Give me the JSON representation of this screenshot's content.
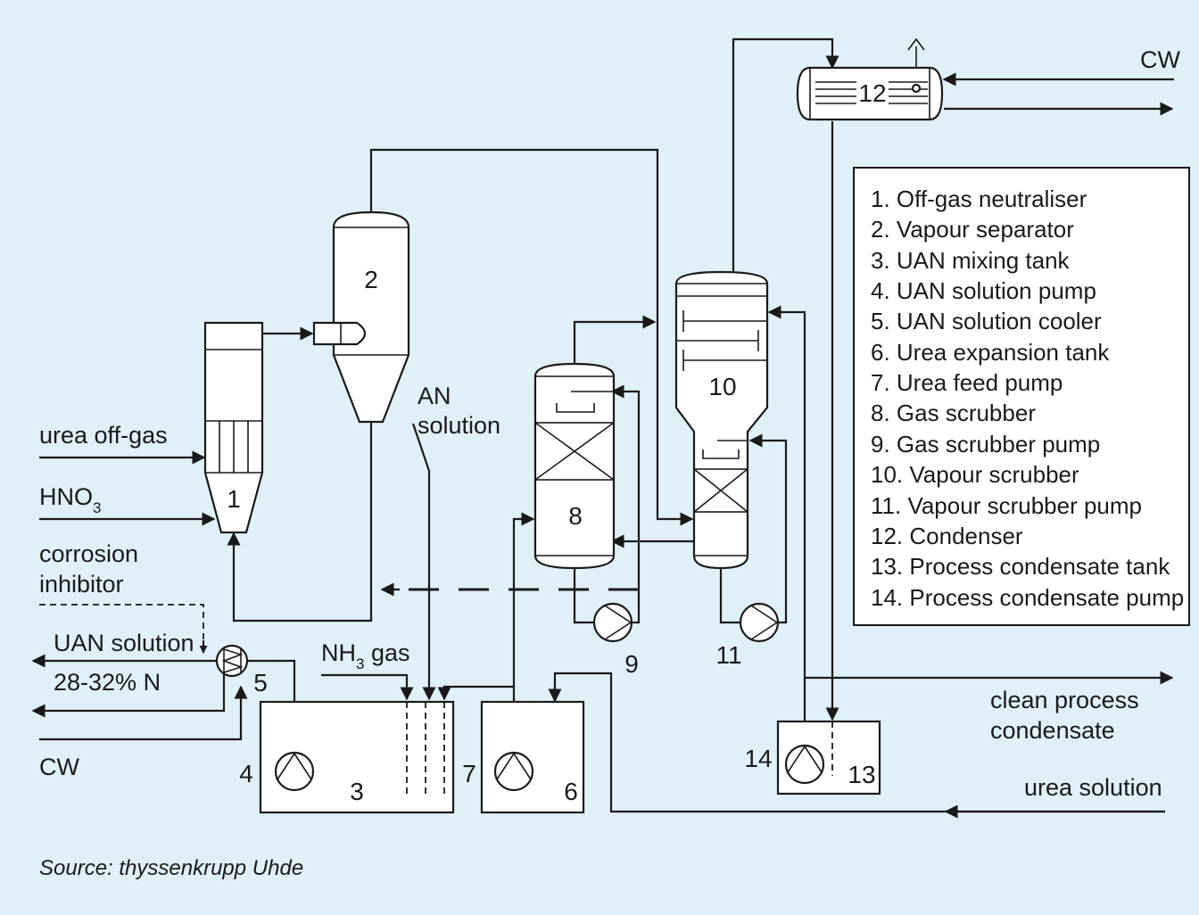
{
  "labels": {
    "urea_offgas": "urea off-gas",
    "hno3_main": "HNO",
    "hno3_sub": "3",
    "corrosion_1": "corrosion",
    "corrosion_2": "inhibitor",
    "uan_solution": "UAN solution",
    "uan_conc": "28-32% N",
    "cw_left": "CW",
    "cw_right": "CW",
    "an_1": "AN",
    "an_2": "solution",
    "nh3_main": "NH",
    "nh3_sub": "3",
    "nh3_gas": " gas",
    "clean_1": "clean process",
    "clean_2": "condensate",
    "urea_solution": "urea solution"
  },
  "equipment_numbers": {
    "n1": "1",
    "n2": "2",
    "n3": "3",
    "n4": "4",
    "n5": "5",
    "n6": "6",
    "n7": "7",
    "n8": "8",
    "n9": "9",
    "n10": "10",
    "n11": "11",
    "n12": "12",
    "n13": "13",
    "n14": "14"
  },
  "legend": [
    "1. Off-gas neutraliser",
    "2. Vapour separator",
    "3. UAN mixing tank",
    "4. UAN solution pump",
    "5. UAN solution cooler",
    "6. Urea expansion tank",
    "7. Urea feed pump",
    "8. Gas scrubber",
    "9. Gas scrubber pump",
    "10. Vapour scrubber",
    "11. Vapour scrubber pump",
    "12. Condenser",
    "13. Process condensate tank",
    "14. Process condensate pump"
  ],
  "source": "Source: thyssenkrupp Uhde",
  "colors": {
    "background": "#dff0f8",
    "line": "#1a1a1a",
    "equipment_fill": "#ffffff"
  }
}
